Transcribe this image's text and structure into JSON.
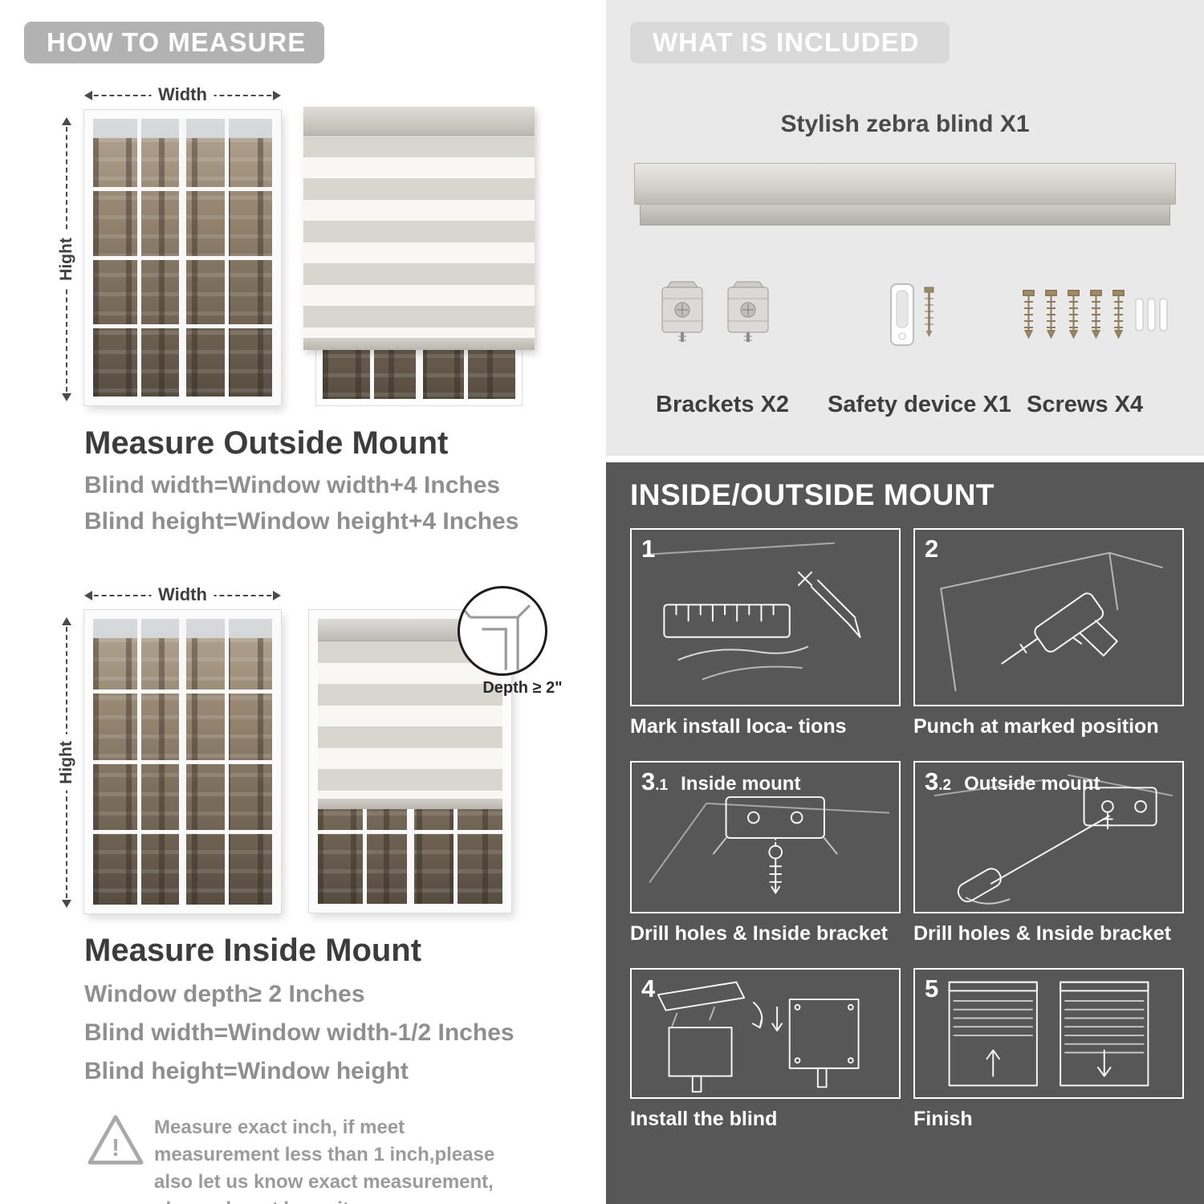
{
  "colors": {
    "banner_gray": "#b2b2b2",
    "light_panel": "#e9e9e9",
    "dark_panel": "#575757",
    "heading_dark": "#3c3c3c",
    "body_gray": "#8f8f8f"
  },
  "left": {
    "banner": "HOW TO MEASURE",
    "outside": {
      "width_label": "Width",
      "height_label": "Hight",
      "heading": "Measure Outside Mount",
      "lines": [
        "Blind width=Window width+4 Inches",
        "Blind height=Window height+4 Inches"
      ]
    },
    "inside": {
      "width_label": "Width",
      "height_label": "Hight",
      "depth_callout": "Depth ≥ 2\"",
      "heading": "Measure Inside Mount",
      "lines": [
        "Window depth≥ 2 Inches",
        "Blind width=Window width-1/2 Inches",
        "Blind height=Window height"
      ]
    },
    "warning": {
      "mark": "!",
      "text": "Measure exact inch, if meet measurement less than 1 inch,please also let us know exact measurement, please do not leave it"
    }
  },
  "right": {
    "included": {
      "banner": "WHAT IS INCLUDED",
      "product_label": "Stylish zebra blind X1",
      "items": [
        {
          "name": "brackets",
          "label": "Brackets X2"
        },
        {
          "name": "safety-device",
          "label": "Safety device X1"
        },
        {
          "name": "screws",
          "label": "Screws X4"
        }
      ]
    },
    "mount": {
      "heading": "INSIDE/OUTSIDE MOUNT",
      "steps": [
        {
          "num": "1",
          "sub": "",
          "title": "",
          "caption": "Mark install loca- tions"
        },
        {
          "num": "2",
          "sub": "",
          "title": "",
          "caption": "Punch at  marked position"
        },
        {
          "num": "3",
          "sub": ".1",
          "title": "Inside mount",
          "caption": "Drill holes &  Inside bracket"
        },
        {
          "num": "3",
          "sub": ".2",
          "title": "Outside mount",
          "caption": "Drill holes &  Inside bracket"
        },
        {
          "num": "4",
          "sub": "",
          "title": "",
          "caption": "Install the blind"
        },
        {
          "num": "5",
          "sub": "",
          "title": "",
          "caption": "Finish"
        }
      ]
    }
  }
}
